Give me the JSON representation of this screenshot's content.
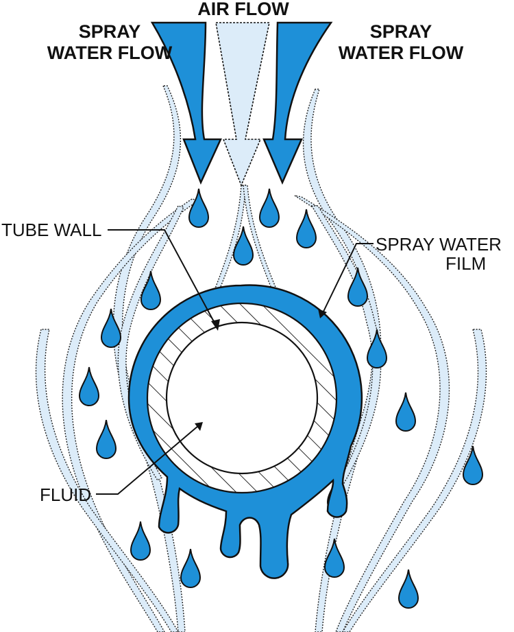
{
  "colors": {
    "water": "#1e90d8",
    "air": "#dcecf9",
    "outline": "#111111"
  },
  "labels": {
    "air_flow": "AIR FLOW",
    "spray_left": [
      "SPRAY",
      "WATER FLOW"
    ],
    "spray_right": [
      "SPRAY",
      "WATER FLOW"
    ],
    "tube_wall": "TUBE WALL",
    "spray_water_film": [
      "SPRAY WATER",
      "FILM"
    ],
    "fluid": "FLUID"
  }
}
